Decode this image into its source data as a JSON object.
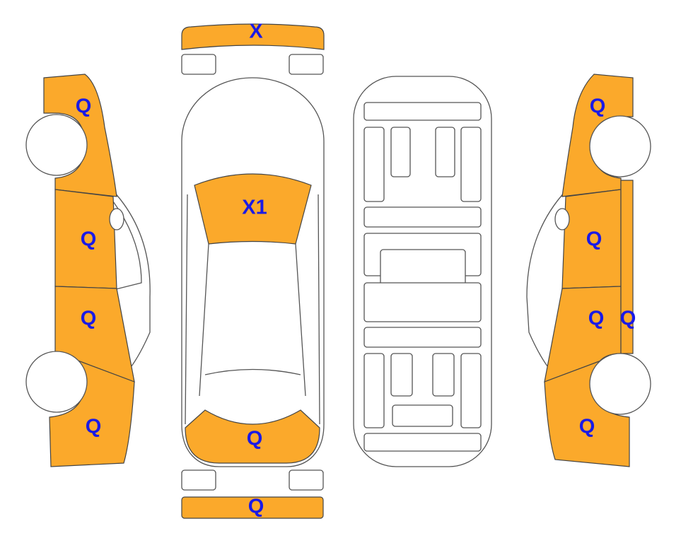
{
  "colors": {
    "damage_fill": "#FBA92B",
    "label": "#1a1ae6",
    "outline": "#555555"
  },
  "labels": {
    "front_bumper": "X",
    "windshield": "X1",
    "rear_window": "Q",
    "rear_bumper": "Q",
    "left_front_fender": "Q",
    "left_front_door": "Q",
    "left_rear_door": "Q",
    "left_rear_quarter": "Q",
    "right_front_fender": "Q",
    "right_front_door": "Q",
    "right_rear_door": "Q",
    "right_rocker": "Q",
    "right_rear_quarter": "Q"
  }
}
